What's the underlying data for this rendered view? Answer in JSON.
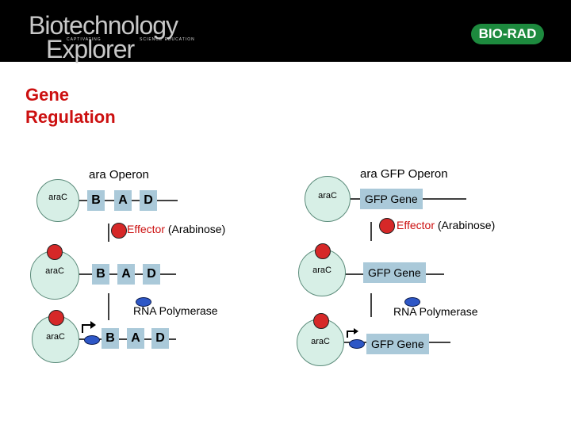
{
  "header": {
    "logo_line1": "Biotechnology",
    "logo_line2": "Explorer",
    "tagline_left": "CAPTIVATING",
    "tagline_right": "SCIENCE EDUCATION",
    "brand": "BIO-RAD"
  },
  "title_line1": "Gene",
  "title_line2": "Regulation",
  "left": {
    "heading": "ara Operon",
    "regulator": "araC",
    "genes": [
      "B",
      "A",
      "D"
    ],
    "effector": "Effector",
    "effector_note": "(Arabinose)",
    "polymerase": "RNA Polymerase"
  },
  "right": {
    "heading": "ara GFP Operon",
    "regulator": "araC",
    "gene": "GFP Gene",
    "effector": "Effector",
    "effector_note": "(Arabinose)",
    "polymerase": "RNA Polymerase"
  },
  "colors": {
    "title": "#cc1010",
    "gene_fill": "#aac9d9",
    "cell_fill": "#d7efe6",
    "effector": "#d62828",
    "polymerase": "#2e57c6"
  }
}
